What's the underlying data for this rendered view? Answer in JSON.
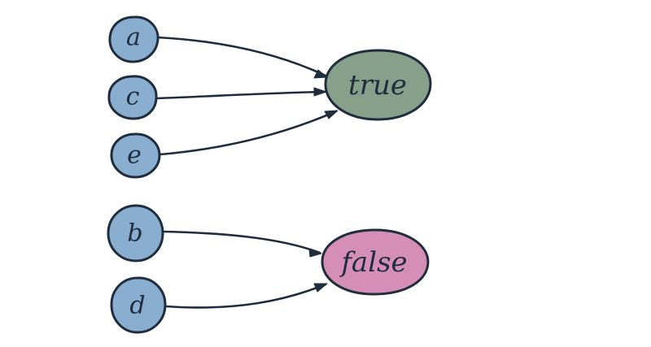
{
  "colors": {
    "stroke": "#1f2d3d",
    "input_fill": "#8aaed0",
    "true_fill": "#87a08a",
    "false_fill": "#d58eb5"
  },
  "nodes": {
    "a": "a",
    "c": "c",
    "e": "e",
    "b": "b",
    "d": "d",
    "true": "true",
    "false": "false"
  },
  "edges": [
    {
      "from": "a",
      "to": "true"
    },
    {
      "from": "c",
      "to": "true"
    },
    {
      "from": "e",
      "to": "true"
    },
    {
      "from": "b",
      "to": "false"
    },
    {
      "from": "d",
      "to": "false"
    }
  ]
}
